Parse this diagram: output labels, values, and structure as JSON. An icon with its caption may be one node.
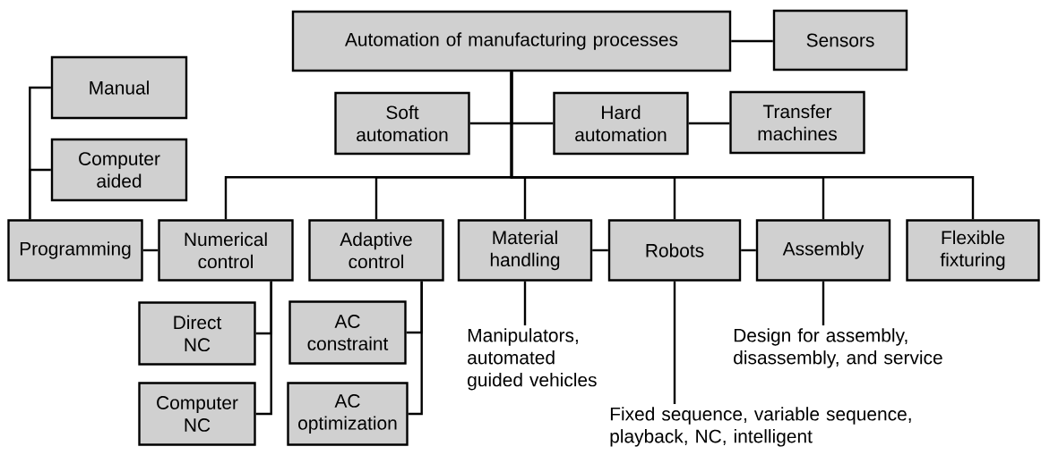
{
  "diagram": {
    "nodes": [
      {
        "text": [
          "Automation of manufacturing processes"
        ]
      },
      {
        "text": [
          "Sensors"
        ]
      },
      {
        "text": [
          "Manual"
        ]
      },
      {
        "text": [
          "Computer aided"
        ]
      },
      {
        "text": [
          "Soft automation"
        ]
      },
      {
        "text": [
          "Hard automation"
        ]
      },
      {
        "text": [
          "Transfer machines"
        ]
      },
      {
        "text": [
          "Programming"
        ]
      },
      {
        "text": [
          "Numerical control"
        ]
      },
      {
        "text": [
          "Adaptive control"
        ]
      },
      {
        "text": [
          "Material handling"
        ]
      },
      {
        "text": [
          "Robots"
        ]
      },
      {
        "text": [
          "Assembly"
        ]
      },
      {
        "text": [
          "Flexible fixturing"
        ]
      },
      {
        "text": [
          "Direct NC"
        ]
      },
      {
        "text": [
          "Computer NC"
        ]
      },
      {
        "text": [
          "AC constraint"
        ]
      },
      {
        "text": [
          "AC optimization"
        ]
      },
      {
        "text": [
          "Manipulators, automated guided vehicles"
        ]
      },
      {
        "text": [
          "Design for assembly, disassembly, and service"
        ]
      },
      {
        "text": [
          "Fixed sequence, variable sequence, playback, NC, intelligent"
        ]
      }
    ],
    "edges": [
      {
        "from": 0,
        "to": 1,
        "arrow": "none"
      },
      {
        "from": 0,
        "to": 4,
        "arrow": "none"
      },
      {
        "from": 0,
        "to": 5,
        "arrow": "none"
      },
      {
        "from": 5,
        "to": 6,
        "arrow": "none"
      },
      {
        "from": 0,
        "to": 8,
        "arrow": "none"
      },
      {
        "from": 0,
        "to": 9,
        "arrow": "none"
      },
      {
        "from": 0,
        "to": 10,
        "arrow": "none"
      },
      {
        "from": 0,
        "to": 11,
        "arrow": "none"
      },
      {
        "from": 0,
        "to": 12,
        "arrow": "none"
      },
      {
        "from": 0,
        "to": 13,
        "arrow": "none"
      },
      {
        "from": 7,
        "to": 2,
        "arrow": "none"
      },
      {
        "from": 7,
        "to": 3,
        "arrow": "none"
      },
      {
        "from": 7,
        "to": 8,
        "arrow": "none"
      },
      {
        "from": 8,
        "to": 14,
        "arrow": "none"
      },
      {
        "from": 8,
        "to": 15,
        "arrow": "none"
      },
      {
        "from": 9,
        "to": 16,
        "arrow": "none"
      },
      {
        "from": 9,
        "to": 17,
        "arrow": "none"
      },
      {
        "from": 10,
        "to": 11,
        "arrow": "none"
      },
      {
        "from": 11,
        "to": 12,
        "arrow": "none"
      },
      {
        "from": 10,
        "to": 18,
        "arrow": "none"
      },
      {
        "from": 11,
        "to": 20,
        "arrow": "none"
      },
      {
        "from": 12,
        "to": 19,
        "arrow": "none"
      }
    ]
  }
}
